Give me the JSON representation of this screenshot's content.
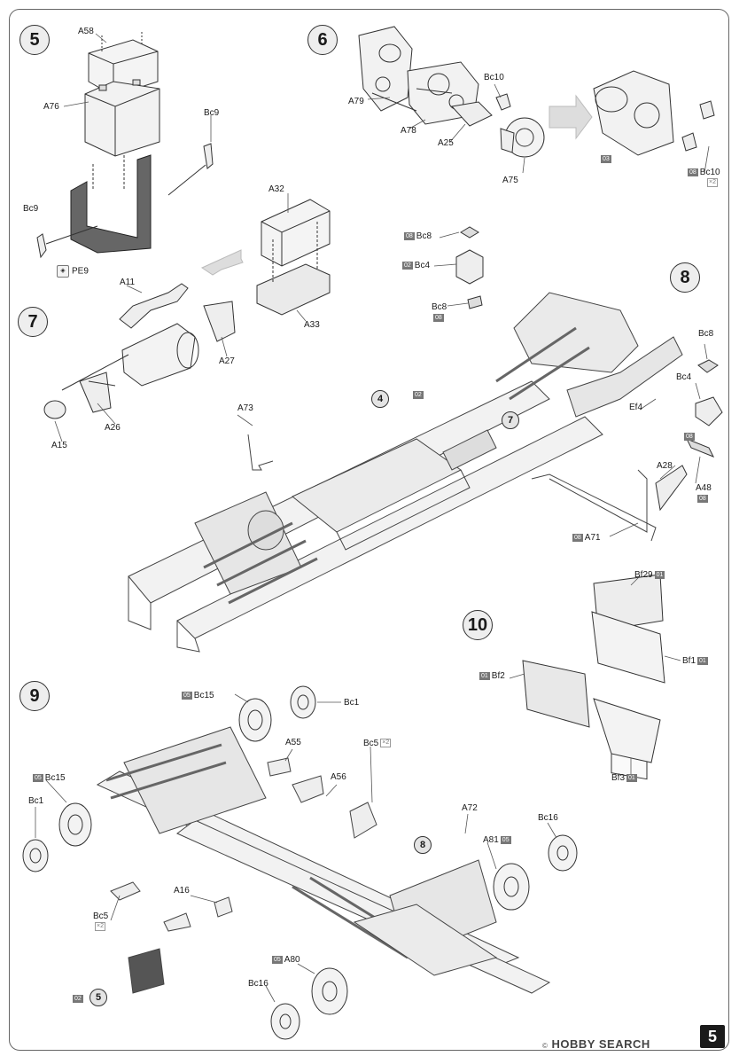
{
  "page_number": "5",
  "watermark": "HOBBY SEARCH",
  "watermark_prefix": "©",
  "steps": {
    "s5": "5",
    "s6": "6",
    "s7": "7",
    "s8": "8",
    "s9": "9",
    "s10": "10"
  },
  "refs": {
    "r4": "4",
    "r7": "7",
    "r8": "8",
    "r5": "5"
  },
  "labels": {
    "A58": "A58",
    "A76": "A76",
    "Bc9a": "Bc9",
    "Bc9b": "Bc9",
    "PE9": "PE9",
    "A79": "A79",
    "A78": "A78",
    "Bc10a": "Bc10",
    "A25": "A25",
    "A75": "A75",
    "Bc10b": "Bc10",
    "A32": "A32",
    "A33": "A33",
    "A11": "A11",
    "A27": "A27",
    "A26": "A26",
    "A15": "A15",
    "Bc8a": "Bc8",
    "Bc4a": "Bc4",
    "Bc8b": "Bc8",
    "Bc8c": "Bc8",
    "Bc4b": "Bc4",
    "Ef4": "Ef4",
    "A28": "A28",
    "A48": "A48",
    "A71": "A71",
    "A73": "A73",
    "Bf29": "Bf29",
    "Bf1": "Bf1",
    "Bf2": "Bf2",
    "Bf3": "Bf3",
    "Bc15a": "Bc15",
    "Bc1a": "Bc1",
    "A55": "A55",
    "Bc5a": "Bc5",
    "A56": "A56",
    "Bc15b": "Bc15",
    "Bc1b": "Bc1",
    "A72": "A72",
    "Bc16a": "Bc16",
    "A81": "A81",
    "A16": "A16",
    "Bc5b": "Bc5",
    "A80": "A80",
    "Bc16b": "Bc16"
  },
  "tags": {
    "t03a": "03",
    "t08a": "08",
    "t08b": "08",
    "t02a": "02",
    "t08c": "08",
    "t02b": "02",
    "t08d": "08",
    "t08e": "08",
    "t08f": "08",
    "t01a": "01",
    "t01b": "01",
    "t01c": "01",
    "t01d": "01",
    "t05a": "05",
    "t05b": "05",
    "t05c": "05",
    "t05d": "05",
    "t02c": "02"
  },
  "multipliers": {
    "m1": "×2",
    "m2": "×2",
    "m3": "×2"
  }
}
